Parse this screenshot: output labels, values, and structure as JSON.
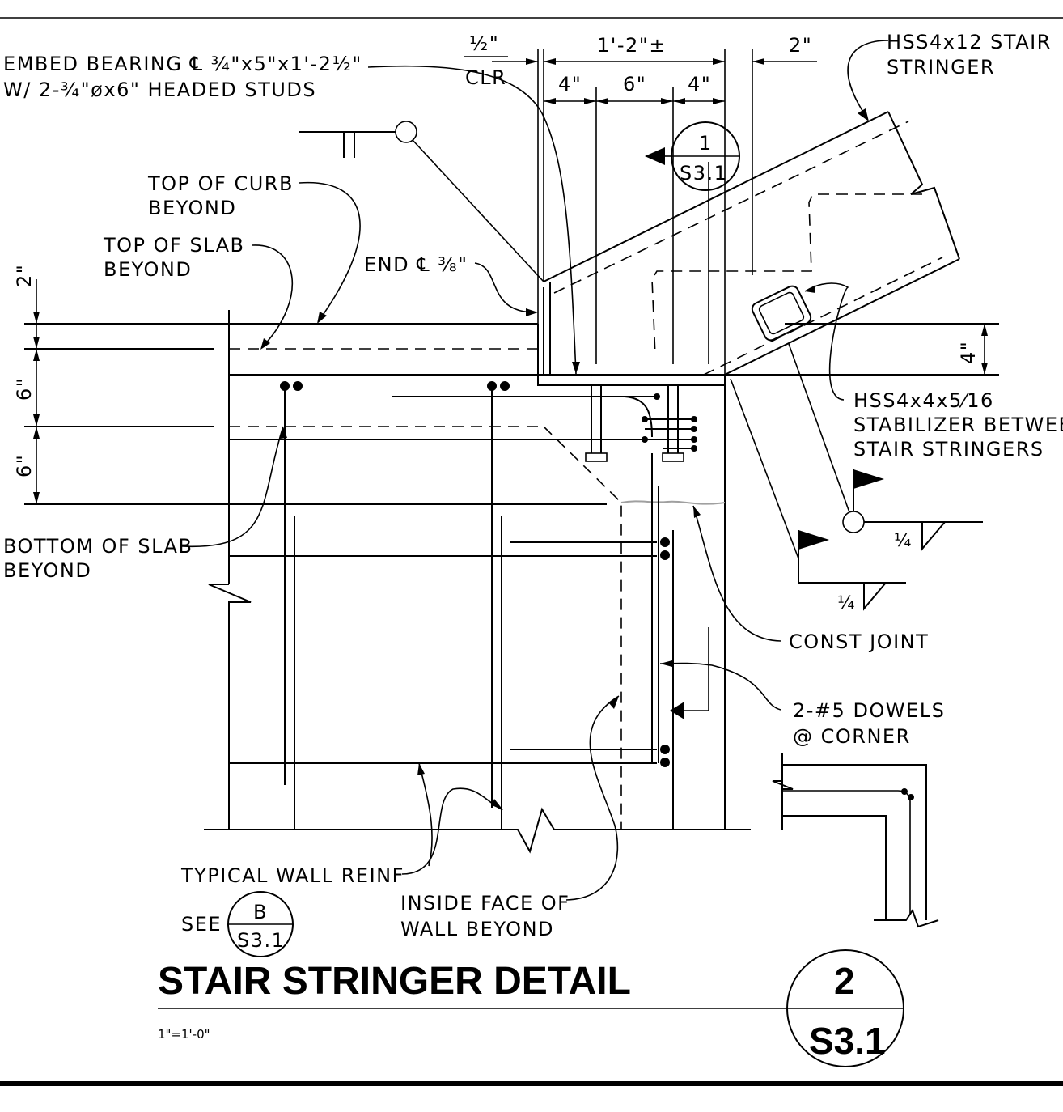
{
  "title": "STAIR STRINGER DETAIL",
  "scale": "1\"=1'-0\"",
  "detail_bubble": {
    "number": "2",
    "sheet": "S3.1"
  },
  "section_bubble": {
    "number": "1",
    "sheet": "S3.1"
  },
  "see_bubble": {
    "prefix": "SEE",
    "letter": "B",
    "sheet": "S3.1"
  },
  "callouts": {
    "embed_line1": "EMBED BEARING ℄ ¾\"x5\"x1'-2½\"",
    "embed_line2": "W/ 2-¾\"øx6\" HEADED STUDS",
    "hss_stringer_line1": "HSS4x12 STAIR",
    "hss_stringer_line2": "STRINGER",
    "curb_line1": "TOP OF CURB",
    "curb_line2": "BEYOND",
    "slab_top_line1": "TOP OF SLAB",
    "slab_top_line2": "BEYOND",
    "end_plate": "END ℄ ⅜\"",
    "stabilizer_line1": "HSS4x4x5⁄16",
    "stabilizer_line2": "STABILIZER BETWEEN",
    "stabilizer_line3": "STAIR STRINGERS",
    "slab_bottom_line1": "BOTTOM OF SLAB",
    "slab_bottom_line2": "BEYOND",
    "const_joint": "CONST JOINT",
    "dowels_line1": "2-#5 DOWELS",
    "dowels_line2": "@ CORNER",
    "wall_reinf": "TYPICAL WALL REINF",
    "inside_face_line1": "INSIDE FACE OF",
    "inside_face_line2": "WALL BEYOND"
  },
  "dimensions": {
    "clr_top": "½\"",
    "clr_label": "CLR",
    "overall": "1'-2\"±",
    "right_edge": "2\"",
    "seg_a": "4\"",
    "seg_b": "6\"",
    "seg_c": "4\"",
    "vert_top": "2\"",
    "vert_mid": "6\"",
    "vert_bot": "6\"",
    "curb_height": "4\""
  },
  "welds": {
    "weld_a": "¼",
    "weld_b": "¼"
  }
}
